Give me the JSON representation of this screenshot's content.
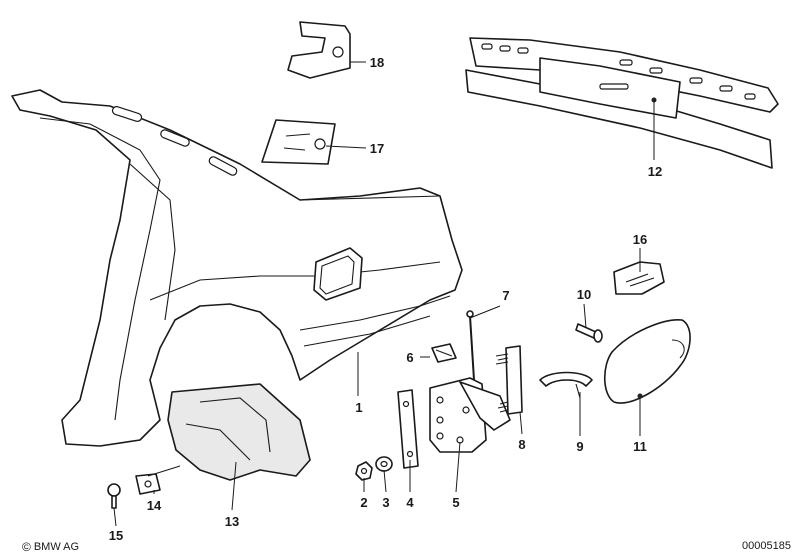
{
  "footer": {
    "brand": "BMW AG",
    "copyright_symbol": "©",
    "diagram_code": "00005185"
  },
  "callouts": [
    {
      "id": "1",
      "label": "1"
    },
    {
      "id": "2",
      "label": "2"
    },
    {
      "id": "3",
      "label": "3"
    },
    {
      "id": "4",
      "label": "4"
    },
    {
      "id": "5",
      "label": "5"
    },
    {
      "id": "6",
      "label": "6"
    },
    {
      "id": "7",
      "label": "7"
    },
    {
      "id": "8",
      "label": "8"
    },
    {
      "id": "9",
      "label": "9"
    },
    {
      "id": "10",
      "label": "10"
    },
    {
      "id": "11",
      "label": "11"
    },
    {
      "id": "12",
      "label": "12"
    },
    {
      "id": "13",
      "label": "13"
    },
    {
      "id": "14",
      "label": "14"
    },
    {
      "id": "15",
      "label": "15"
    },
    {
      "id": "16",
      "label": "16"
    },
    {
      "id": "17",
      "label": "17"
    },
    {
      "id": "18",
      "label": "18"
    }
  ]
}
